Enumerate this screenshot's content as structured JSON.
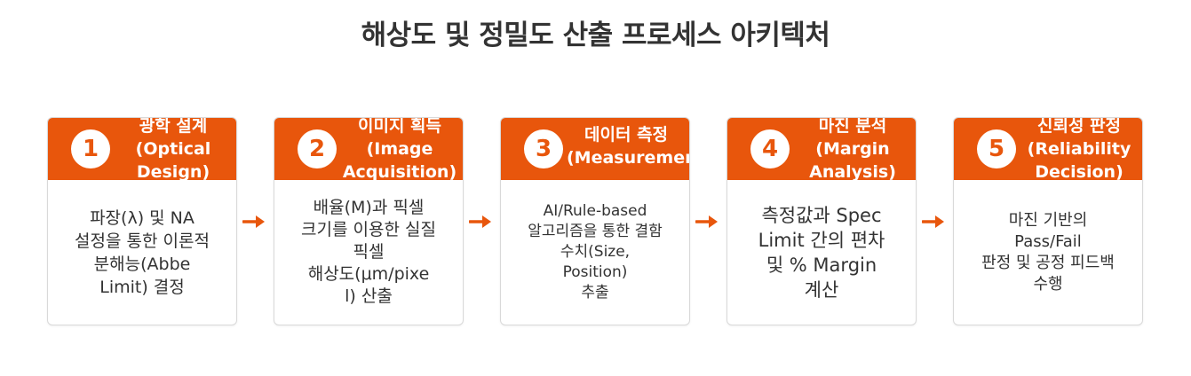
{
  "title": "해상도 및 정밀도 산출 프로세스 아키텍처",
  "colors": {
    "accent": "#e8560c",
    "border": "#d9d9d9",
    "text": "#333333"
  },
  "steps": [
    {
      "number": "1",
      "heading": "광학 설계\n(Optical\nDesign)",
      "body": "파장(λ) 및 NA\n설정을 통한 이론적\n분해능(Abbe\nLimit) 결정"
    },
    {
      "number": "2",
      "heading": "이미지 획득\n(Image\nAcquisition)",
      "body": "배율(M)과 픽셀\n크기를 이용한 실질\n픽셀\n해상도(μm/pixe\nl) 산출"
    },
    {
      "number": "3",
      "heading": "데이터 측정\n(Measurement)",
      "body": "AI/Rule-based\n알고리즘을 통한 결함\n수치(Size,\nPosition)\n추출"
    },
    {
      "number": "4",
      "heading": "마진 분석\n(Margin\nAnalysis)",
      "body": "측정값과 Spec\nLimit 간의 편차\n및 % Margin\n계산"
    },
    {
      "number": "5",
      "heading": "신뢰성 판정\n(Reliability\nDecision)",
      "body": "마진 기반의\nPass/Fail\n판정 및 공정 피드백\n수행"
    }
  ]
}
